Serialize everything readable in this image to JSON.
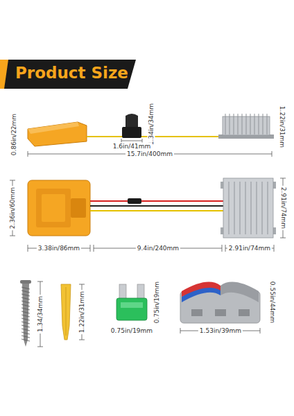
{
  "diagram": {
    "title": "Product Size",
    "labels": [
      "0.86in/22mm",
      "1.34in/34mm",
      "1.6in/41mm",
      "1.22in/31mm",
      "15.7in/400mm",
      "2.36in/60mm",
      "2.91in/74mm",
      "3.38in/86mm",
      "9.4in/240mm",
      "2.91in/74mm",
      "1.34/34mm",
      "1.22in/31mm",
      "0.75in/19mm",
      "0.75in/19mm",
      "0.55in/44mm",
      "1.53in/39mm"
    ]
  }
}
